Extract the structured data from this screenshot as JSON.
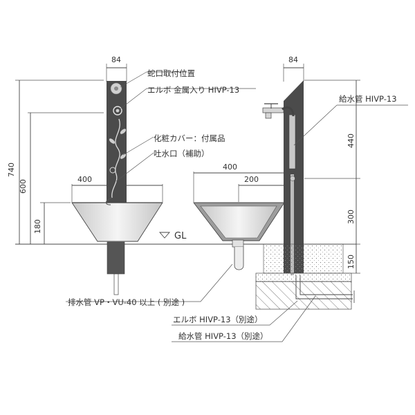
{
  "labels": {
    "faucet_position": "蛇口取付位置",
    "elbow_metal": "エルボ 金属入り HIVP-13",
    "cover_included": "化粧カバー：付属品",
    "spout_auxiliary": "吐水口（補助）",
    "supply_pipe_top": "給水管 HIVP-13",
    "drain_pipe": "排水管 VP・VU-40 以上 ( 別途 )",
    "elbow_separate": "エルボ HIVP-13（別途）",
    "supply_pipe_separate": "給水管 HIVP-13（別途）",
    "ground_level": "GL"
  },
  "dimensions": {
    "post_width_front": "84",
    "post_width_side": "84",
    "bowl_width_front": "400",
    "bowl_width_side": "400",
    "bowl_half_side": "200",
    "total_height": "740",
    "post_height": "600",
    "bowl_height": "180",
    "upper_section": "440",
    "middle_section": "300",
    "base_section": "150"
  },
  "colors": {
    "post_dark": "#4b4b4b",
    "bowl_gray": "#9d9d9d",
    "bowl_light": "#c9c9c9",
    "line": "#444444"
  }
}
